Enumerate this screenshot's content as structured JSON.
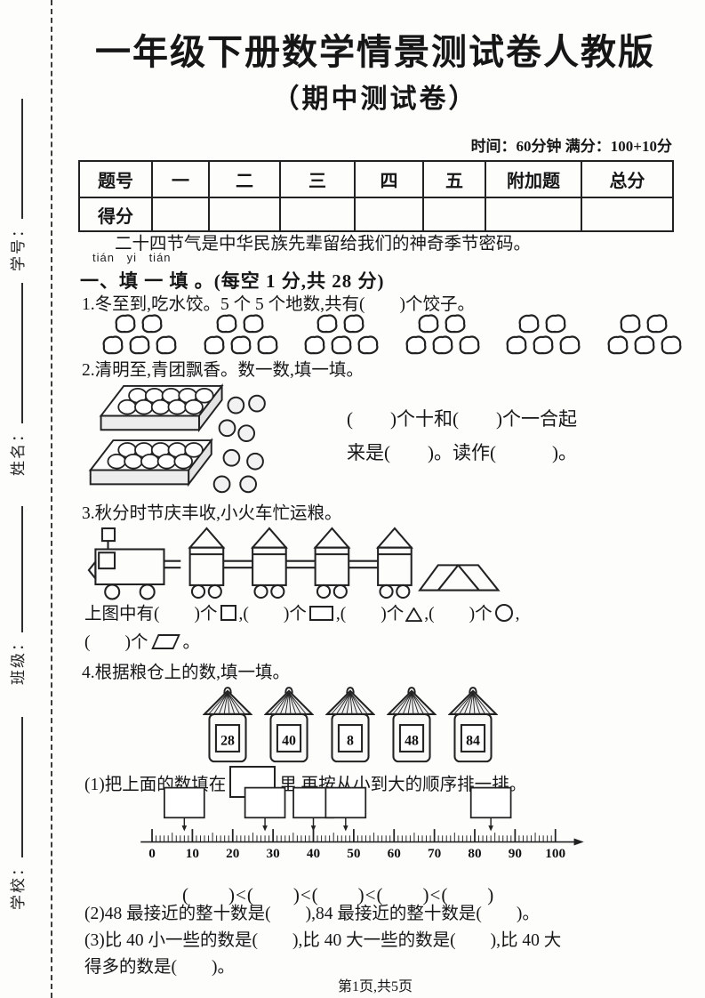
{
  "page": {
    "title": "一年级下册数学情景测试卷人教版",
    "subtitle": "（期中测试卷）",
    "info": "时间：60分钟  满分：100+10分",
    "footer": "第1页,共5页"
  },
  "sidebar": {
    "fields": [
      "学号：",
      "姓名：",
      "班级：",
      "学校："
    ]
  },
  "score_table": {
    "corner": "题号",
    "columns": [
      "一",
      "二",
      "三",
      "四",
      "五",
      "附加题",
      "总分"
    ],
    "row_label": "得分"
  },
  "intro": "二十四节气是中华民族先辈留给我们的神奇季节密码。",
  "section_one": {
    "pinyin": "tián yi tián",
    "heading": "一、填 一 填 。(每空 1 分,共 28 分)"
  },
  "q1": {
    "text": "1.冬至到,吃水饺。5 个 5 个地数,共有(　　)个饺子。",
    "dumpling_groups": 6,
    "dumplings_per_group": 5
  },
  "q2": {
    "text": "2.清明至,青团飘香。数一数,填一填。",
    "blank_line1": "(　　)个十和(　　)个一合起",
    "blank_line2": "来是(　　)。读作(　　　)。",
    "trays": 2,
    "buns_per_tray": 10,
    "loose_buns": 8
  },
  "q3": {
    "text": "3.秋分时节庆丰收,小火车忙运粮。",
    "train_cars": 4,
    "count_line1": "上图中有(　　)个{sq},(　　)个{rect},(　　)个{tri},(　　)个{circ},",
    "count_line2": "(　　)个{para}。"
  },
  "q4": {
    "text": "4.根据粮仓上的数,填一填。",
    "silo_numbers": [
      28,
      40,
      8,
      48,
      84
    ],
    "sub1": "(1)把上面的数填在{box}里,再按从小到大的顺序排一排。",
    "compare_line": "(　　)<(　　)<(　　)<(　　)<(　　)",
    "sub2": "(2)48 最接近的整十数是(　　),84 最接近的整十数是(　　)。",
    "sub3_line1": "(3)比 40 小一些的数是(　　),比 40 大一些的数是(　　),比 40 大",
    "sub3_line2": "得多的数是(　　)。"
  },
  "numberline": {
    "min": 0,
    "max": 100,
    "tick_step": 1,
    "label_step": 10,
    "labels": [
      "0",
      "10",
      "20",
      "30",
      "40",
      "50",
      "60",
      "70",
      "80",
      "90",
      "100"
    ],
    "arrow_values": [
      8,
      28,
      40,
      48,
      84
    ]
  },
  "colors": {
    "ink": "#222222",
    "paper": "#fdfdfc"
  }
}
